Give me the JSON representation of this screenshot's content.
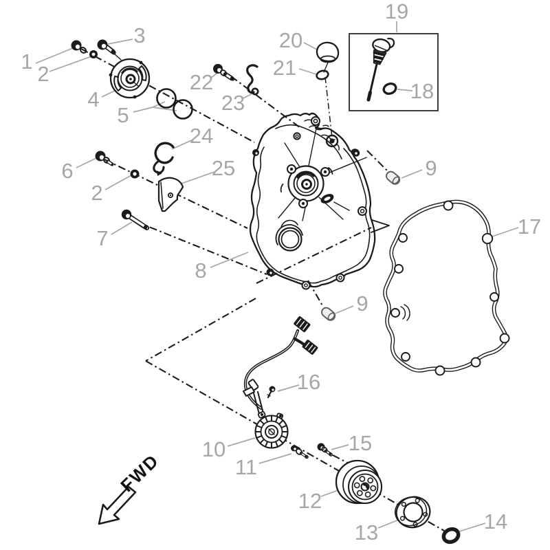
{
  "diagram": {
    "callouts": {
      "n1": "1",
      "n2": "2",
      "n3": "3",
      "n4": "4",
      "n5": "5",
      "n6": "6",
      "n2b": "2",
      "n7": "7",
      "n8": "8",
      "n9a": "9",
      "n9b": "9",
      "n10": "10",
      "n11": "11",
      "n12": "12",
      "n13": "13",
      "n14": "14",
      "n15": "15",
      "n16": "16",
      "n17": "17",
      "n18": "18",
      "n19": "19",
      "n20": "20",
      "n21": "21",
      "n22": "22",
      "n23": "23",
      "n24": "24",
      "n25": "25"
    },
    "direction_arrow": {
      "label": "FWD"
    },
    "colors": {
      "line": "#1b1b1b",
      "callout": "#a6a6a6"
    }
  }
}
